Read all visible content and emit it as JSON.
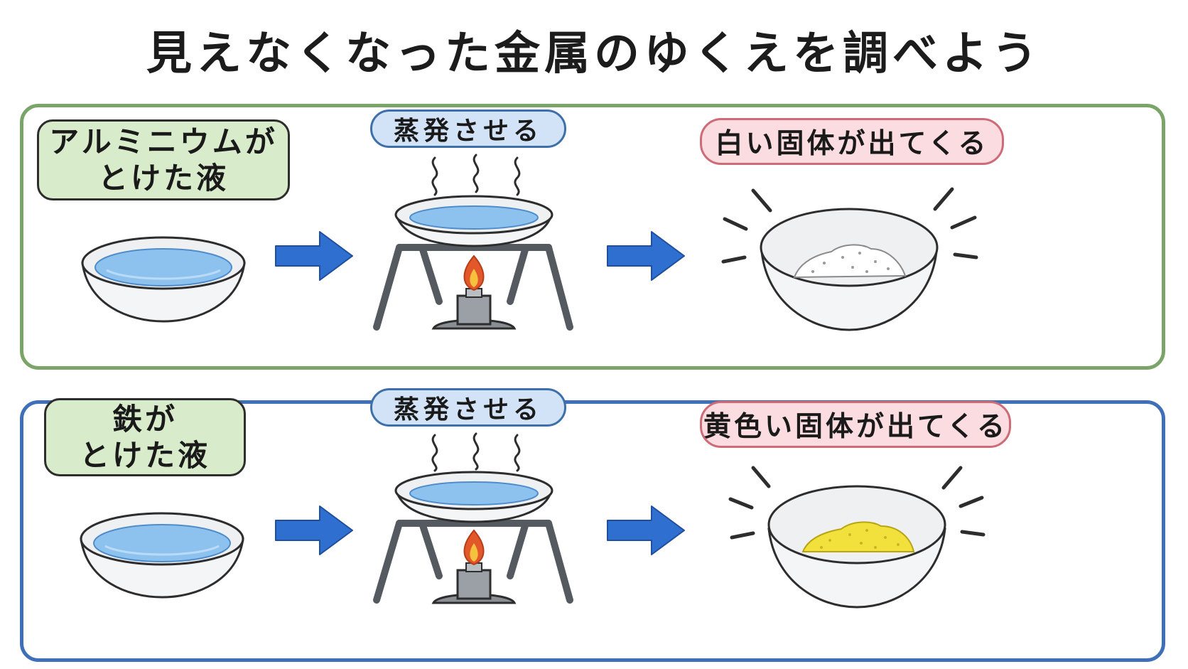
{
  "title": "見えなくなった金属のゆくえを調べよう",
  "rows": [
    {
      "liquid_label_line1": "アルミニウムが",
      "liquid_label_line2": "とけた液",
      "step_label": "蒸発させる",
      "result_label": "白い固体が出てくる",
      "panel_color": "#7aa468",
      "solid_color": "#ffffff"
    },
    {
      "liquid_label_line1": "鉄が",
      "liquid_label_line2": "とけた液",
      "step_label": "蒸発させる",
      "result_label": "黄色い固体が出てくる",
      "panel_color": "#3f6fb9",
      "solid_color": "#f2e03c"
    }
  ],
  "colors": {
    "arrow": "#2f6fd0",
    "liquid": "#8ec2ee",
    "flame_outer": "#e2582a",
    "flame_inner": "#f6c23e",
    "stand": "#555a60"
  },
  "icons": [
    "liquid-bowl-icon",
    "right-arrow-icon",
    "steam-icon",
    "evaporating-dish-icon",
    "tripod-stand-icon",
    "alcohol-burner-icon",
    "flame-icon",
    "solid-residue-bowl-icon",
    "sparkle-lines-icon"
  ]
}
